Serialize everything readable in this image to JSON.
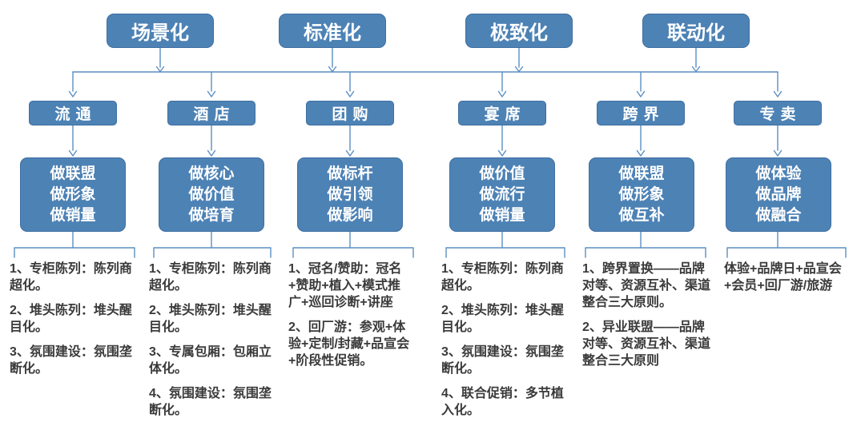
{
  "diagram": {
    "top_categories": [
      "场景化",
      "标准化",
      "极致化",
      "联动化"
    ],
    "columns": [
      {
        "channel": "流通",
        "focus": [
          "做联盟",
          "做形象",
          "做销量"
        ],
        "notes": [
          "1、专柜陈列：陈列商超化。",
          "2、堆头陈列：堆头醒目化。",
          "3、氛围建设：氛围垄断化。"
        ]
      },
      {
        "channel": "酒店",
        "focus": [
          "做核心",
          "做价值",
          "做培育"
        ],
        "notes": [
          "1、专柜陈列：陈列商超化。",
          "2、堆头陈列：堆头醒目化。",
          "3、专属包厢：包厢立体化。",
          "4、氛围建设：氛围垄断化。"
        ]
      },
      {
        "channel": "团购",
        "focus": [
          "做标杆",
          "做引领",
          "做影响"
        ],
        "notes": [
          "1、冠名/赞助：冠名+赞助+植入+模式推广+巡回诊断+讲座",
          "2、回厂游：参观+体验+定制/封藏+品宣会+阶段性促销。"
        ]
      },
      {
        "channel": "宴席",
        "focus": [
          "做价值",
          "做流行",
          "做销量"
        ],
        "notes": [
          "1、专柜陈列：陈列商超化。",
          "2、堆头陈列：堆头醒目化。",
          "3、氛围建设：氛围垄断化。",
          "4、联合促销：多节植入化。"
        ]
      },
      {
        "channel": "跨界",
        "focus": [
          "做联盟",
          "做形象",
          "做互补"
        ],
        "notes": [
          "1、跨界置换——品牌对等、资源互补、渠道整合三大原则。",
          "2、异业联盟——品牌对等、资源互补、渠道整合三大原则"
        ]
      },
      {
        "channel": "专卖",
        "focus": [
          "做体验",
          "做品牌",
          "做融合"
        ],
        "notes": [
          "体验+品牌日+品宣会+会员+回厂游/旅游"
        ]
      }
    ],
    "colors": {
      "box_fill": "#4d82b5",
      "box_border": "#3e6fa0",
      "connector": "#5b8ec2",
      "box_text": "#ffffff",
      "note_text": "#3a3a3a"
    }
  }
}
